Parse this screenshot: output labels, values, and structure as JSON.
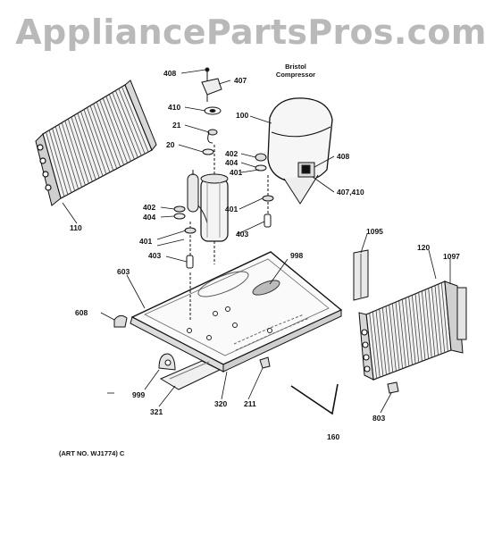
{
  "watermark": "AppliancePartsPros.com",
  "compressor_caption": [
    "Bristol",
    "Compressor"
  ],
  "art_number": "(ART NO. WJ1774) C",
  "callouts": [
    {
      "id": "408a",
      "text": "408"
    },
    {
      "id": "407",
      "text": "407"
    },
    {
      "id": "410",
      "text": "410"
    },
    {
      "id": "21",
      "text": "21"
    },
    {
      "id": "20",
      "text": "20"
    },
    {
      "id": "100",
      "text": "100"
    },
    {
      "id": "402a",
      "text": "402"
    },
    {
      "id": "404a",
      "text": "404"
    },
    {
      "id": "401a",
      "text": "401"
    },
    {
      "id": "408b",
      "text": "408"
    },
    {
      "id": "407-410",
      "text": "407,410"
    },
    {
      "id": "402b",
      "text": "402"
    },
    {
      "id": "404b",
      "text": "404"
    },
    {
      "id": "401b",
      "text": "401"
    },
    {
      "id": "401c",
      "text": "401"
    },
    {
      "id": "403a",
      "text": "403"
    },
    {
      "id": "403b",
      "text": "403"
    },
    {
      "id": "110",
      "text": "110"
    },
    {
      "id": "998",
      "text": "998"
    },
    {
      "id": "603",
      "text": "603"
    },
    {
      "id": "608",
      "text": "608"
    },
    {
      "id": "1095",
      "text": "1095"
    },
    {
      "id": "120",
      "text": "120"
    },
    {
      "id": "1097",
      "text": "1097"
    },
    {
      "id": "999",
      "text": "999"
    },
    {
      "id": "321",
      "text": "321"
    },
    {
      "id": "320",
      "text": "320"
    },
    {
      "id": "211",
      "text": "211"
    },
    {
      "id": "160",
      "text": "160"
    },
    {
      "id": "803",
      "text": "803"
    }
  ]
}
